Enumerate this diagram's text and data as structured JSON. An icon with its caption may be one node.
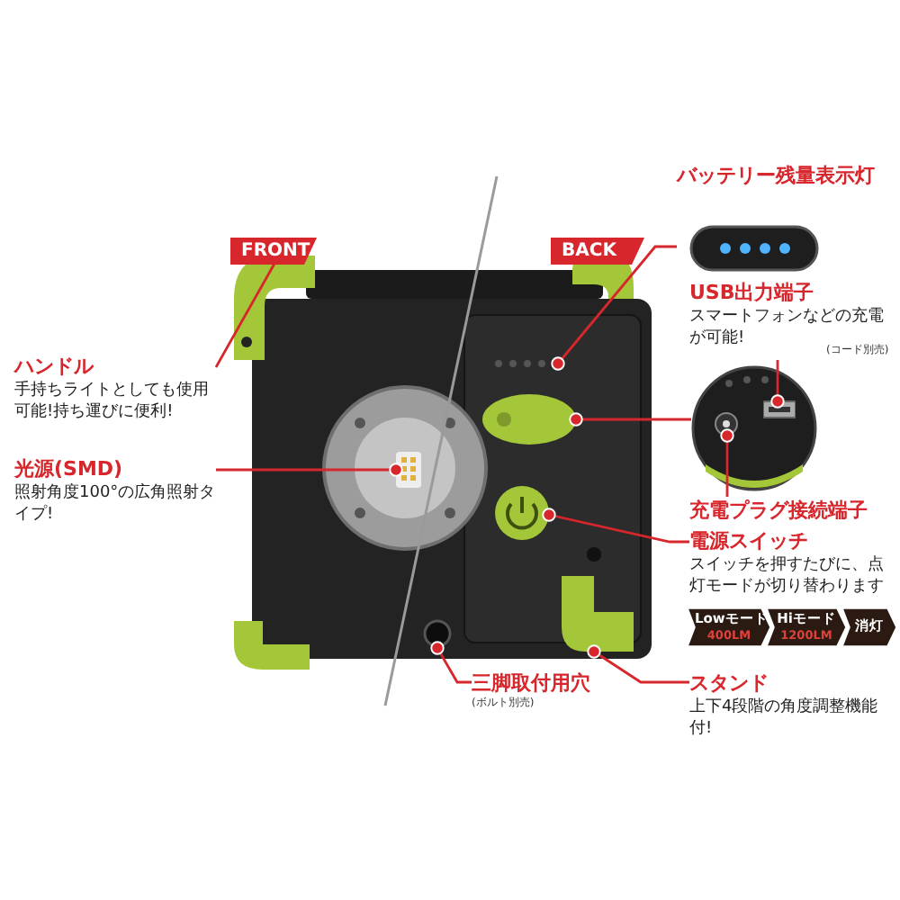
{
  "diagram": {
    "nodes": [
      {
        "text": [
          "FRONT"
        ]
      },
      {
        "text": [
          "BACK"
        ]
      },
      {
        "text": [],
        "shape": "picture"
      },
      {
        "text": [
          "ハンドル",
          "手持ちライトとしても使用可能!持ち運びに便利!"
        ]
      },
      {
        "text": [],
        "shape": "picture"
      },
      {
        "text": [
          "光源(SMD)",
          "照射角度100°の広角照射タイプ!"
        ]
      },
      {
        "text": [],
        "shape": "picture",
        "in": 2
      },
      {
        "text": [
          "バッテリー残量表示灯"
        ]
      },
      {
        "text": [],
        "shape": "picture",
        "in": 2
      },
      {
        "text": [
          "USB出力端子",
          "スマートフォンなどの充電が可能!",
          "(コード別売)"
        ]
      },
      {
        "text": [],
        "shape": "circle"
      },
      {
        "text": [],
        "shape": "picture",
        "in": 10
      },
      {
        "text": [],
        "shape": "picture",
        "in": 2
      },
      {
        "text": [],
        "shape": "picture",
        "in": 10
      },
      {
        "text": [
          "充電プラグ接続端子"
        ]
      },
      {
        "text": [
          "電源スイッチ",
          "スイッチを押すたびに、点灯モードが切り替わります"
        ]
      },
      {
        "text": [],
        "shape": "picture",
        "in": 2
      },
      {
        "text": [
          "Lowモード",
          "400LM"
        ]
      },
      {
        "text": [
          "Hiモード",
          "1200LM"
        ]
      },
      {
        "text": [
          "消灯"
        ]
      },
      {
        "text": [
          "三脚取付用穴",
          "(ボルト別売)"
        ]
      },
      {
        "text": [],
        "shape": "circle",
        "in": 2
      },
      {
        "text": [
          "スタンド",
          "上下4段階の角度調整機能付!"
        ]
      },
      {
        "text": [],
        "shape": "picture",
        "in": 2
      }
    ],
    "edges": [
      {
        "from": 3,
        "to": 4,
        "arrow": "other"
      },
      {
        "from": 5,
        "to": 6,
        "arrow": "other"
      },
      {
        "from": 8,
        "to": 7,
        "arrow": "other"
      },
      {
        "from": 9,
        "to": 11,
        "arrow": "other"
      },
      {
        "from": 12,
        "to": 10,
        "arrow": "other"
      },
      {
        "from": 14,
        "to": 13,
        "arrow": "other"
      },
      {
        "from": 15,
        "to": 16,
        "arrow": "other"
      },
      {
        "from": 20,
        "to": 21,
        "arrow": "other"
      },
      {
        "from": 22,
        "to": 23,
        "arrow": "other"
      }
    ]
  }
}
